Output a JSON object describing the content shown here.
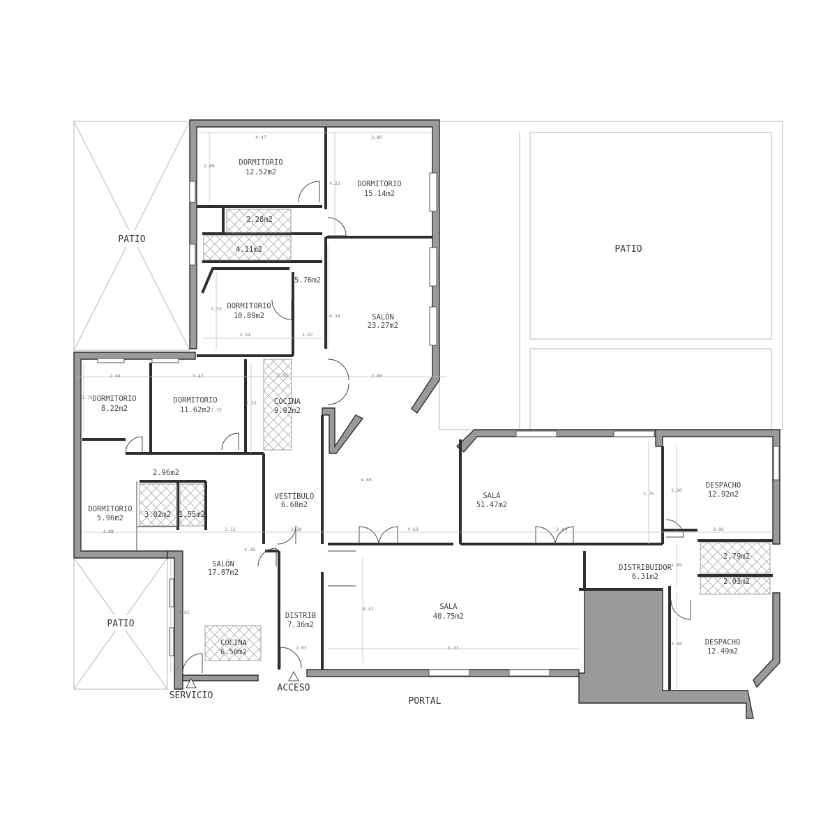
{
  "colors": {
    "wall": "#9a9a9a",
    "outline": "#2e2e2e",
    "guide": "#bdbdbd",
    "background": "#ffffff"
  },
  "outside": {
    "patio_left_top": "PATIO",
    "patio_right": "PATIO",
    "patio_left_bottom": "PATIO",
    "servicio": "SERVICIO",
    "acceso": "ACCESO",
    "portal": "PORTAL"
  },
  "rooms": {
    "dorm1": {
      "name": "DORMITORIO",
      "area": "12.52m2"
    },
    "dorm2": {
      "name": "DORMITORIO",
      "area": "15.14m2"
    },
    "bath1": {
      "area": "2.28m2"
    },
    "bath2": {
      "area": "4.11m2"
    },
    "hall1": {
      "area": "5.76m2"
    },
    "dorm3": {
      "name": "DORMITORIO",
      "area": "10.89m2"
    },
    "salon1": {
      "name": "SALÓN",
      "area": "23.27m2"
    },
    "dorm4": {
      "name": "DORMITORIO",
      "area": "8.22m2"
    },
    "dorm5": {
      "name": "DORMITORIO",
      "area": "11.62m2"
    },
    "cocina1": {
      "name": "COCINA",
      "area": "9.92m2"
    },
    "hall2": {
      "area": "2.96m2"
    },
    "dorm6": {
      "name": "DORMITORIO",
      "area": "5.96m2"
    },
    "bath3": {
      "area": "3.02m2"
    },
    "bath4": {
      "area": "1.55m2"
    },
    "vestibulo": {
      "name": "VESTÍBULO",
      "area": "6.68m2"
    },
    "salon2": {
      "name": "SALÓN",
      "area": "17.87m2"
    },
    "cocina2": {
      "name": "COCINA",
      "area": "6.50m2"
    },
    "distrib": {
      "name": "DISTRIB",
      "area": "7.36m2"
    },
    "sala1": {
      "name": "SALA",
      "area": "51.47m2"
    },
    "sala2": {
      "name": "SALA",
      "area": "40.75m2"
    },
    "despacho1": {
      "name": "DESPACHO",
      "area": "12.92m2"
    },
    "distribuidor": {
      "name": "DISTRIBUIDOR",
      "area": "6.31m2"
    },
    "bath5": {
      "area": "2.79m2"
    },
    "bath6": {
      "area": "2.03m2"
    },
    "despacho2": {
      "name": "DESPACHO",
      "area": "12.49m2"
    }
  },
  "dimensions": [
    "4.47",
    "3.80",
    "2.80",
    "4.23",
    "3.34",
    "1.07",
    "3.33",
    "8.18",
    "3.80",
    "2.44",
    "3.47",
    "2.75",
    "3.35",
    "2.35",
    "2.85",
    "1.98",
    "2.12",
    "2.10",
    "4.28",
    "4.80",
    "4.63",
    "3.44",
    "3.75",
    "3.36",
    "3.86",
    "1.99",
    "3.48",
    "4.61",
    "4.41",
    "1.63",
    "9.33"
  ]
}
